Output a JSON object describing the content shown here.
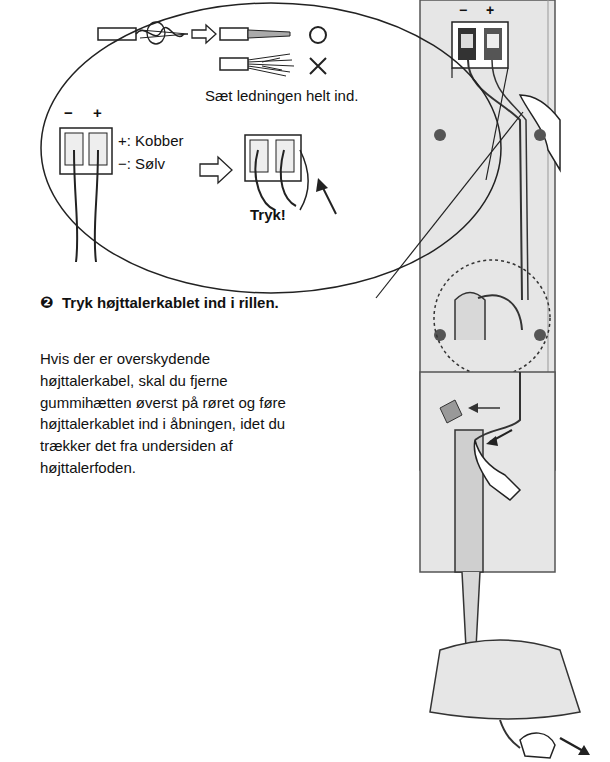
{
  "diagram": {
    "nodes": [
      {
        "text": [
          "Sæt ledningen helt ind.",
          "+: Kobber",
          "−: Sølv",
          "Tryk!"
        ]
      }
    ],
    "labels": [
      "−",
      "+",
      "−",
      "+",
      "❷",
      "Tryk højttalerkablet ind i rillen.",
      "Hvis der er overskydende højttalerkabel, skal du fjerne gummihætten øverst på røret og føre højttalerkablet ind i åbningen, idet du trækker det fra undersiden af højttalerfoden."
    ]
  }
}
